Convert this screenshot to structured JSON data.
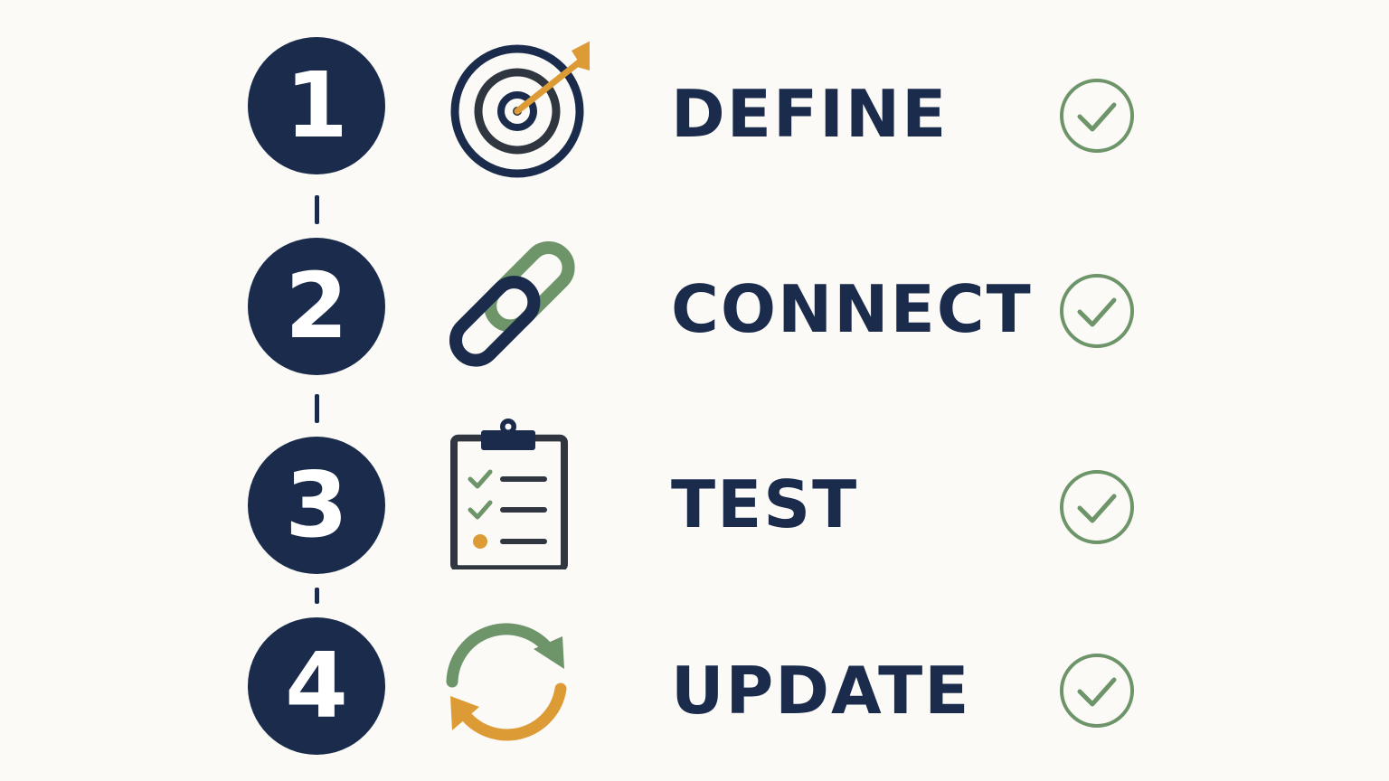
{
  "colors": {
    "navy": "#1a2b4c",
    "green": "#6e9469",
    "orange": "#dd9b35",
    "background": "#fbfaf7"
  },
  "steps": [
    {
      "number": "1",
      "label": "DEFINE",
      "icon": "target-arrow-icon",
      "status_icon": "check-circle-icon"
    },
    {
      "number": "2",
      "label": "CONNECT",
      "icon": "chain-link-icon",
      "status_icon": "check-circle-icon"
    },
    {
      "number": "3",
      "label": "TEST",
      "icon": "clipboard-checklist-icon",
      "status_icon": "check-circle-icon"
    },
    {
      "number": "4",
      "label": "UPDATE",
      "icon": "refresh-cycle-icon",
      "status_icon": "check-circle-icon"
    }
  ]
}
